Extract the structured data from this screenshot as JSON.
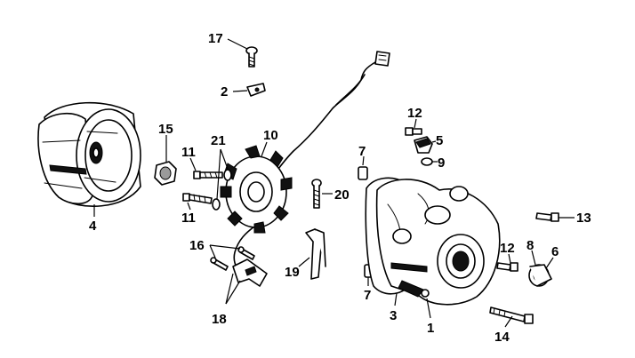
{
  "callouts": {
    "c1": "1",
    "c3": "3",
    "c4": "4",
    "c5": "5",
    "c6": "6",
    "c7a": "7",
    "c7b": "7",
    "c8": "8",
    "c9": "9",
    "c10": "10",
    "c11a": "11",
    "c11b": "11",
    "c12a": "12",
    "c12b": "12",
    "c13": "13",
    "c14": "14",
    "c15": "15",
    "c16": "16",
    "c17": "17",
    "c18": "18",
    "c19": "19",
    "c20": "20",
    "c21": "21",
    "c2": "2"
  }
}
